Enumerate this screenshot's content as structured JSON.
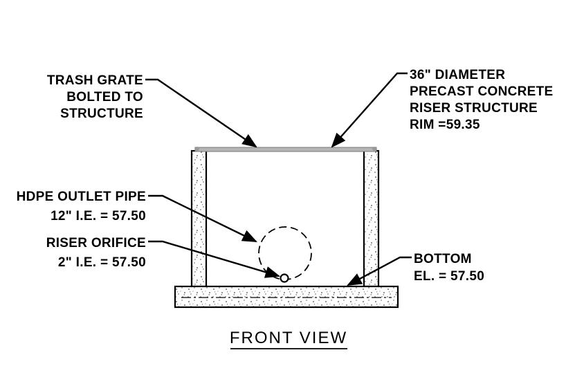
{
  "drawing": {
    "view_title": "FRONT VIEW",
    "callouts": {
      "trash_grate": [
        "TRASH GRATE",
        "BOLTED TO",
        "STRUCTURE"
      ],
      "riser_structure": [
        "36\" DIAMETER",
        "PRECAST CONCRETE",
        "RISER STRUCTURE",
        "RIM =59.35"
      ],
      "outlet_pipe": [
        "HDPE OUTLET PIPE",
        "12\" I.E. = 57.50"
      ],
      "riser_orifice": [
        "RISER ORIFICE",
        "2\" I.E. = 57.50"
      ],
      "bottom": [
        "BOTTOM",
        "EL. = 57.50"
      ]
    }
  }
}
